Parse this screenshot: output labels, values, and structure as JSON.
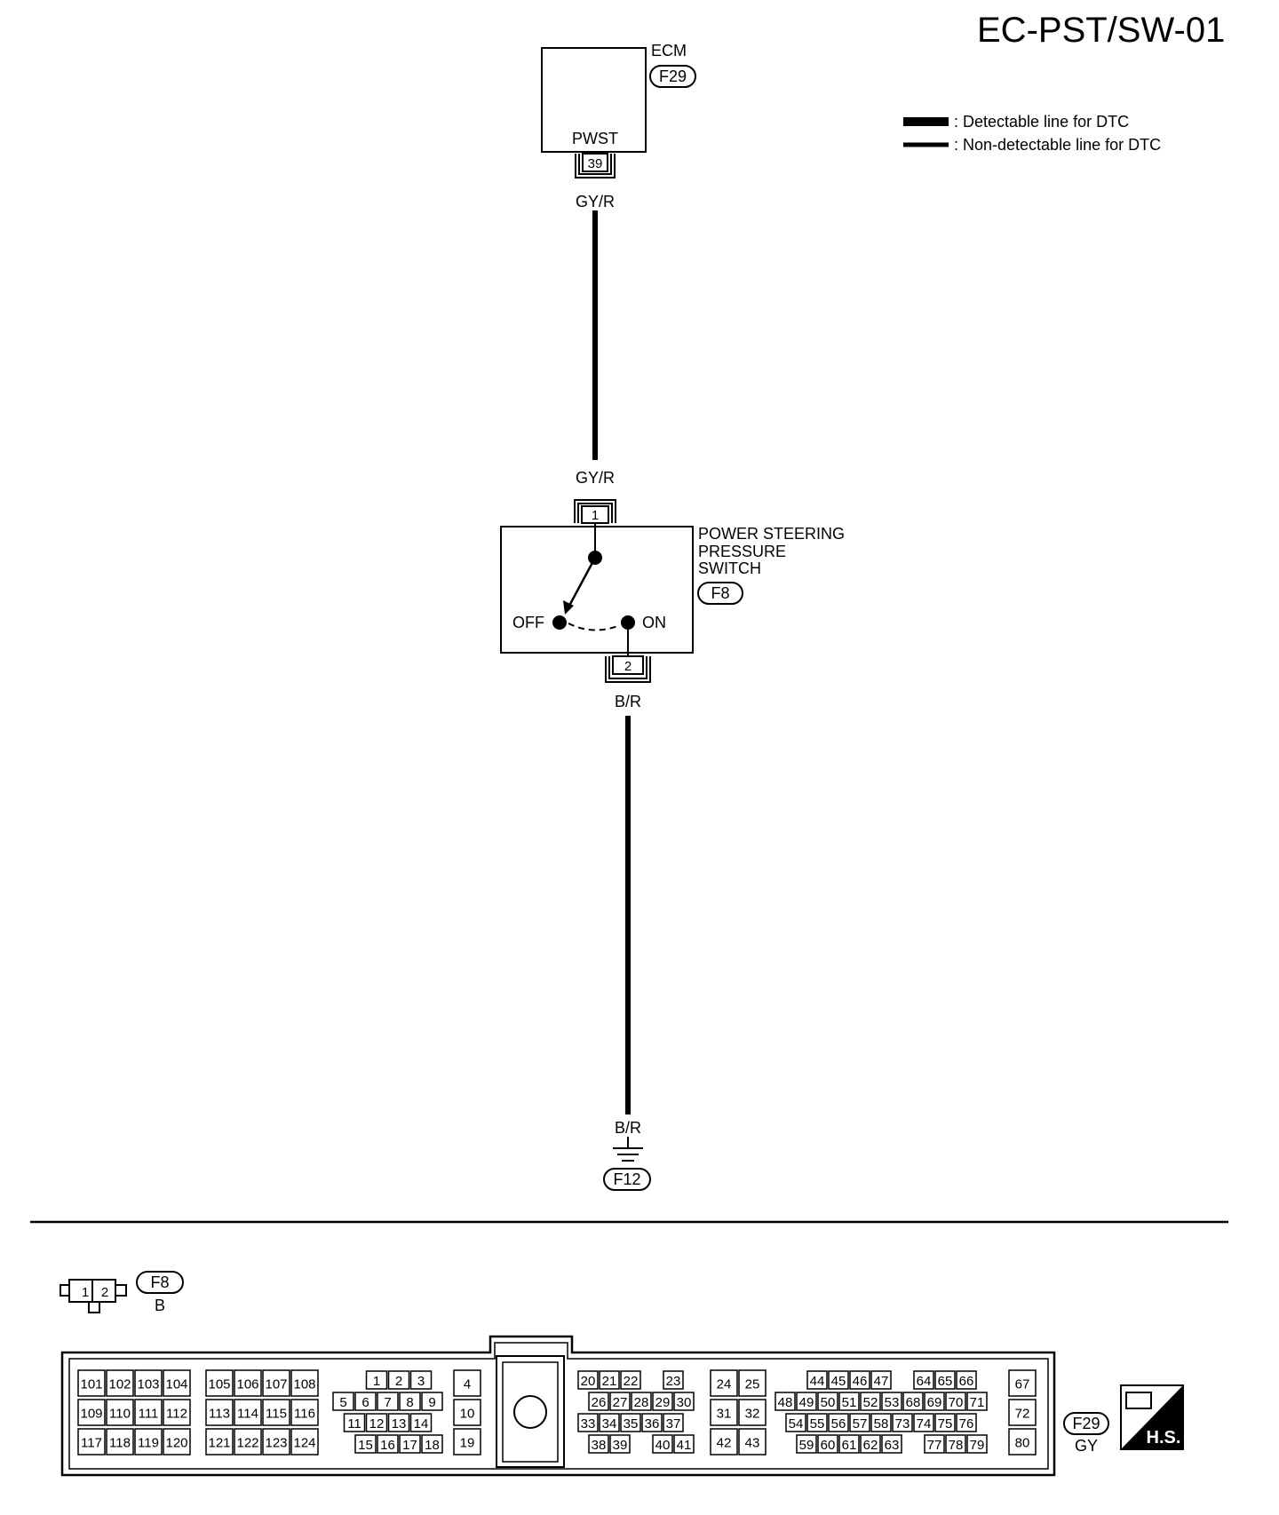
{
  "page_code": "EC-PST/SW-01",
  "legend": {
    "detectable": ": Detectable line for DTC",
    "non_detectable": ": Non-detectable line for DTC"
  },
  "ecm": {
    "name": "ECM",
    "connector": "F29",
    "terminal_label": "PWST",
    "terminal_pin": "39"
  },
  "wire_top": {
    "color_upper": "GY/R",
    "color_lower": "GY/R"
  },
  "switch": {
    "name_line1": "POWER STEERING",
    "name_line2": "PRESSURE",
    "name_line3": "SWITCH",
    "connector": "F8",
    "pin_in": "1",
    "pin_out": "2",
    "off_label": "OFF",
    "on_label": "ON"
  },
  "wire_bottom": {
    "color_upper": "B/R",
    "color_lower": "B/R"
  },
  "ground": {
    "connector": "F12"
  },
  "connector_f8_view": {
    "connector": "F8",
    "color_code": "B",
    "pins": [
      "1",
      "2"
    ]
  },
  "connector_f29_view": {
    "connector": "F29",
    "color_code": "GY",
    "harness_side": "H.S.",
    "groups": [
      {
        "id": "g101",
        "rows": [
          [
            "101",
            "102",
            "103",
            "104"
          ],
          [
            "109",
            "110",
            "111",
            "112"
          ],
          [
            "117",
            "118",
            "119",
            "120"
          ]
        ]
      },
      {
        "id": "g105",
        "rows": [
          [
            "105",
            "106",
            "107",
            "108"
          ],
          [
            "113",
            "114",
            "115",
            "116"
          ],
          [
            "121",
            "122",
            "123",
            "124"
          ]
        ]
      },
      {
        "id": "g1",
        "rows": [
          [
            "1",
            "2",
            "3"
          ],
          [
            "5",
            "6",
            "7",
            "8",
            "9"
          ],
          [
            "11",
            "12",
            "13",
            "14"
          ],
          [
            "15",
            "16",
            "17",
            "18"
          ]
        ]
      },
      {
        "id": "g4",
        "rows": [
          [
            "4"
          ],
          [
            "10"
          ],
          [
            "19"
          ]
        ]
      },
      {
        "id": "g20",
        "rows": [
          [
            "20",
            "21",
            "22",
            "23"
          ],
          [
            "26",
            "27",
            "28",
            "29",
            "30"
          ],
          [
            "33",
            "34",
            "35",
            "36",
            "37"
          ],
          [
            "38",
            "39",
            "40",
            "41"
          ]
        ]
      },
      {
        "id": "g24",
        "rows": [
          [
            "24",
            "25"
          ],
          [
            "31",
            "32"
          ],
          [
            "42",
            "43"
          ]
        ]
      },
      {
        "id": "g44",
        "rows": [
          [
            "44",
            "45",
            "46",
            "47",
            "64",
            "65",
            "66"
          ],
          [
            "48",
            "49",
            "50",
            "51",
            "52",
            "53",
            "68",
            "69",
            "70",
            "71"
          ],
          [
            "54",
            "55",
            "56",
            "57",
            "58",
            "73",
            "74",
            "75",
            "76"
          ],
          [
            "59",
            "60",
            "61",
            "62",
            "63",
            "77",
            "78",
            "79"
          ]
        ]
      },
      {
        "id": "g67",
        "rows": [
          [
            "67"
          ],
          [
            "72"
          ],
          [
            "80"
          ]
        ]
      }
    ]
  }
}
